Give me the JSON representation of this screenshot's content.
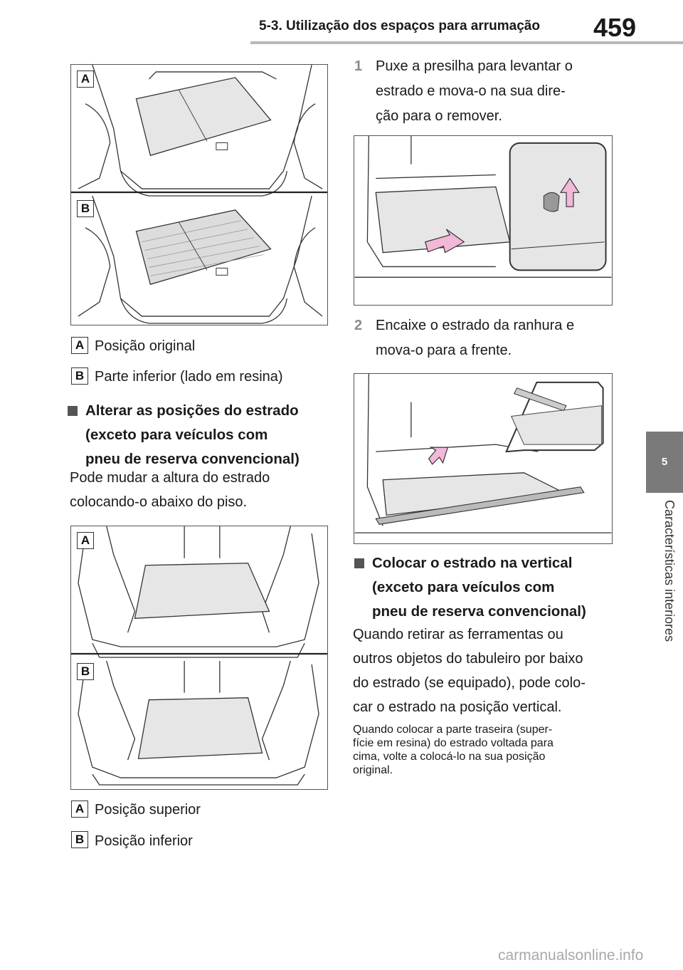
{
  "header": {
    "section_title": "5-3. Utilização dos espaços para arrumação",
    "page_number": "459"
  },
  "side_tab": {
    "chapter_number": "5",
    "chapter_label": "Características interiores"
  },
  "figure1": {
    "tag_a": "A",
    "tag_b": "B"
  },
  "legend1": {
    "a_tag": "A",
    "a_text": "Posição original",
    "b_tag": "B",
    "b_text": "Parte inferior (lado em resina)"
  },
  "section1": {
    "heading_line1": "Alterar as posições do estrado",
    "heading_line2": "(exceto para veículos com",
    "heading_line3": "pneu de reserva convencional)",
    "para_line1": "Pode mudar a altura do estrado",
    "para_line2": "colocando-o abaixo do piso."
  },
  "figure2": {
    "tag_a": "A",
    "tag_b": "B"
  },
  "legend2": {
    "a_tag": "A",
    "a_text": "Posição superior",
    "b_tag": "B",
    "b_text": "Posição inferior"
  },
  "steps": {
    "step1_num": "1",
    "step1_line1": "Puxe a presilha para levantar o",
    "step1_line2": "estrado e mova-o na sua dire-",
    "step1_line3": "ção para o remover.",
    "step2_num": "2",
    "step2_line1": "Encaixe o estrado da ranhura e",
    "step2_line2": "mova-o para a frente."
  },
  "section2": {
    "heading_line1": "Colocar o estrado na vertical",
    "heading_line2": "(exceto para veículos com",
    "heading_line3": "pneu de reserva convencional)",
    "para_line1": "Quando retirar as ferramentas ou",
    "para_line2": "outros objetos do tabuleiro por baixo",
    "para_line3": "do estrado (se equipado), pode colo-",
    "para_line4": "car o estrado na posição vertical.",
    "note_line1": "Quando colocar a parte traseira (super-",
    "note_line2": "fície em resina) do estrado voltada para",
    "note_line3": "cima, volte a colocá-lo na sua posição",
    "note_line4": "original."
  },
  "footer": {
    "watermark": "carmanualsonline.info"
  },
  "colors": {
    "board_fill": "#e6e6e6",
    "arrow_pink": "#f2b8d8",
    "tab_gray": "#7a7a7a",
    "step_number_gray": "#8b8b8b"
  }
}
